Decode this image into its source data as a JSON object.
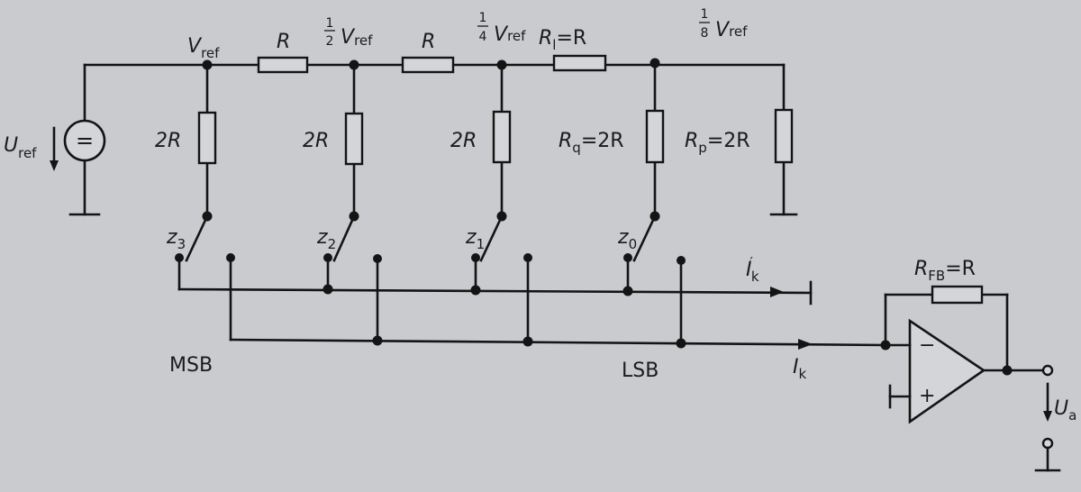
{
  "source": {
    "label": "U",
    "sub": "ref",
    "symbol": "="
  },
  "nodes": [
    {
      "name": "V",
      "sub": "ref",
      "frac": ""
    },
    {
      "name": "V",
      "sub": "ref",
      "frac_num": "1",
      "frac_den": "2"
    },
    {
      "name": "V",
      "sub": "ref",
      "frac_num": "1",
      "frac_den": "4"
    },
    {
      "name": "V",
      "sub": "ref",
      "frac_num": "1",
      "frac_den": "8"
    }
  ],
  "series_resistors": [
    "R",
    "R",
    "R_l=R"
  ],
  "series_last": {
    "name": "R",
    "sub": "l",
    "value": "=R"
  },
  "shunt_resistors": [
    "2R",
    "2R",
    "2R"
  ],
  "shunt_q": {
    "name": "R",
    "sub": "q",
    "value": "=2R"
  },
  "shunt_p": {
    "name": "R",
    "sub": "p",
    "value": "=2R"
  },
  "switches": [
    {
      "name": "z",
      "sub": "3"
    },
    {
      "name": "z",
      "sub": "2"
    },
    {
      "name": "z",
      "sub": "1"
    },
    {
      "name": "z",
      "sub": "0"
    }
  ],
  "labels": {
    "msb": "MSB",
    "lsb": "LSB",
    "ik_name": "I",
    "ik_sub": "k",
    "ikp_name": "I",
    "ikp_sub": "k",
    "ikp_prime": "′"
  },
  "feedback": {
    "name": "R",
    "sub": "FB",
    "value": "=R"
  },
  "opamp": {
    "minus": "−",
    "plus": "+"
  },
  "output": {
    "name": "U",
    "sub": "a"
  }
}
